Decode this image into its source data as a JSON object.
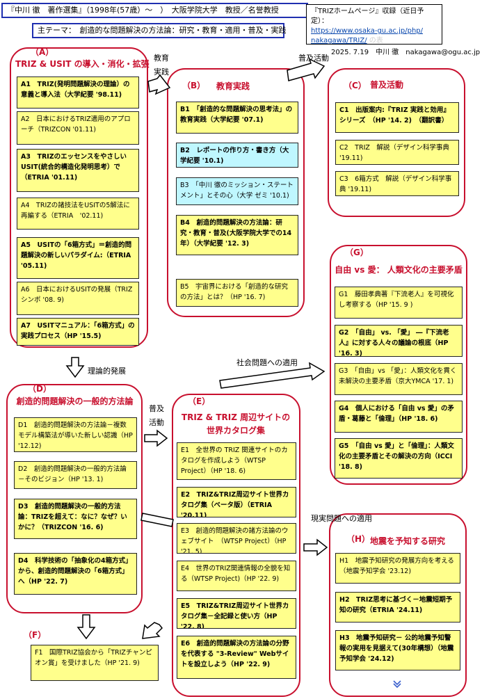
{
  "header": {
    "author_line": "『中川 徹　著作選集』（1998年(57歳）〜　）　大阪学院大学　教授／名誉教授",
    "theme_line": "主テーマ：　創造的な問題解決の方法論：研究・教育・適用・普及・実践",
    "triz_home_label": "『TRIZホームページ』収録（近日予定）：",
    "triz_home_url1": "https://www.osaka-gu.ac.jp/php/",
    "triz_home_url2": "nakagawa/TRIZ/",
    "triz_home_watermark": "の表",
    "date_line": "2025. 7.19　中川 徹　nakagawa@ogu.ac.jp"
  },
  "groups": {
    "A": {
      "letter": "（A）",
      "title": "TRIZ & USIT の導入・消化・拡張",
      "items": [
        "A1　TRIZ(発明問題解決の理論）の意義と導入法（大学紀要 '98.11)",
        "A2　日本におけるTRIZ適用のアプローチ（TRIZCON '01.11)",
        "A3　TRIZのエッセンスをやさしいUSIT(統合的構造化発明思考）で（ETRIA '01.11)",
        "A4　TRIZの諸技法をUSITの5解法に再編する（ETRIA　'02.11)",
        "A5　USITの「6箱方式」＝創造的問題解決の新しいパラダイム:（ETRIA '05.11)",
        "A6　日本におけるUSITの発展（TRIZシンポ '08. 9)",
        "A7　USITマニュアル：「6箱方式」の実践プロセス（HP '15.5)"
      ]
    },
    "B": {
      "letter": "（B）",
      "title": "教育実践",
      "items": [
        "B1　「創造的な問題解決の思考法」の教育実践（大学紀要 '07.1)",
        "B2　レポートの作り方・書き方（大学紀要 '10.1)",
        "B3　「中川 徹のミッション・ステートメント」とその心（大学 ゼミ '10.1)",
        "B4　創造的問題解決の方法論：研究・教育・普及(大阪学院大学での14年）（大学紀要 '12. 3)",
        "B5　宇宙界における「創造的な研究の方法」とは？（HP '16. 7)"
      ]
    },
    "C": {
      "letter": "（C）",
      "title": "普及活動",
      "items": [
        "C1　出版案内:『TRIZ 実践と効用』シリーズ　（HP '14. 2)　（翻訳書）",
        "C2　TRIZ　解説（デザイン科学事典 '19.11)",
        "C3　6箱方式　解説（デザイン科学事典 '19.11)"
      ]
    },
    "D": {
      "letter": "（D）",
      "title": "創造的問題解決の一般的方法論",
      "items": [
        "D1　創造的問題解決の方法論－複数モデル構築法が導いた新しい認識（HP '12.12)",
        "D2　創造的問題解決の一般的方法論 －そのビジョン（HP '13. 1)",
        "D3　創造的問題解決の一般的方法論：TRIZを超えて：なに？なぜ？いかに？（TRIZCON '16. 6)",
        "D4　科学技術の「抽象化の4箱方式」から、創造的問題解決の「6箱方式」へ（HP '22. 7)"
      ]
    },
    "E": {
      "letter": "（E）",
      "title_line1": "TRIZ & TRIZ 周辺サイトの",
      "title_line2": "世界カタログ集",
      "items": [
        "E1　全世界の TRIZ 関連サイトのカタログを作成しよう（WTSP Project）（HP '18. 6)",
        "E2　TRIZ&TRIZ周辺サイト世界カタログ集（ベータ版）（ETRIA '20.11)",
        "E3　創造的問題解決の諸方法論のウェブサイト　（WTSP Project）（HP '21. 5)",
        "E4　世界のTRIZ関連情報の全貌を知る（WTSP Project)（HP '22. 9)",
        "E5　TRIZ&TRIZ周辺サイト世界カタログ集－全記録と使い方（HP '22. 8)",
        "E6　創造的問題解決の方法論の分野を代表する \"3-Review\" Webサイトを設立しよう（HP '22. 9)"
      ]
    },
    "F": {
      "letter": "（F）",
      "items": [
        "F1　国際TRIZ協会から「TRIZチャンピオン賞」を受けました（HP '21. 9)"
      ]
    },
    "G": {
      "letter": "（G）",
      "title": "自由 vs 愛： 人類文化の主要矛盾",
      "items": [
        "G1　藤田孝典著『下流老人』を可視化し考察する（HP '15. 9 )",
        "G2　「自由」 vs. 「愛」 ―『下流老人』に対する人々の議論の根底（HP '16. 3)",
        "G3　「自由」vs 「愛」：人類文化を貫く未解決の主要矛盾（京大YMCA '17. 1)",
        "G4　個人における「自由 vs 愛」の矛盾・葛藤と「倫理」（HP '18. 6)",
        "G5　「自由 vs 愛」と「倫理」：人類文化の主要矛盾とその解決の方向（ICCI '18. 8)"
      ]
    },
    "H": {
      "letter": "（H）",
      "title": "地震を予知する研究",
      "items": [
        "H1　地震予知研究の発展方向を考える（地震予知学会 '23.12)",
        "H2　TRIZ思考に基づく－地震短期予知の研究（ETRIA '24.11)",
        "H3　地震予知研究－ 公的地震予知警報の実用を見据えて(30年構想）（地震予知学会 '24.12)"
      ]
    }
  },
  "labels": {
    "kyoiku": "教育",
    "jissen": "実践",
    "fukyu_katsudo": "普及活動",
    "riron": "理論的発展",
    "fukyu": "普及",
    "katsudo": "活動",
    "shakai": "社会問題への適用",
    "genjitsu": "現実問題への適用"
  },
  "icons": {
    "more": "chevron-down-icon"
  },
  "colors": {
    "group_border": "#c8102e",
    "item_fill": "#ffff8c",
    "item_fill_alt": "#bff7ff",
    "header_border": "#1f2fb0"
  }
}
